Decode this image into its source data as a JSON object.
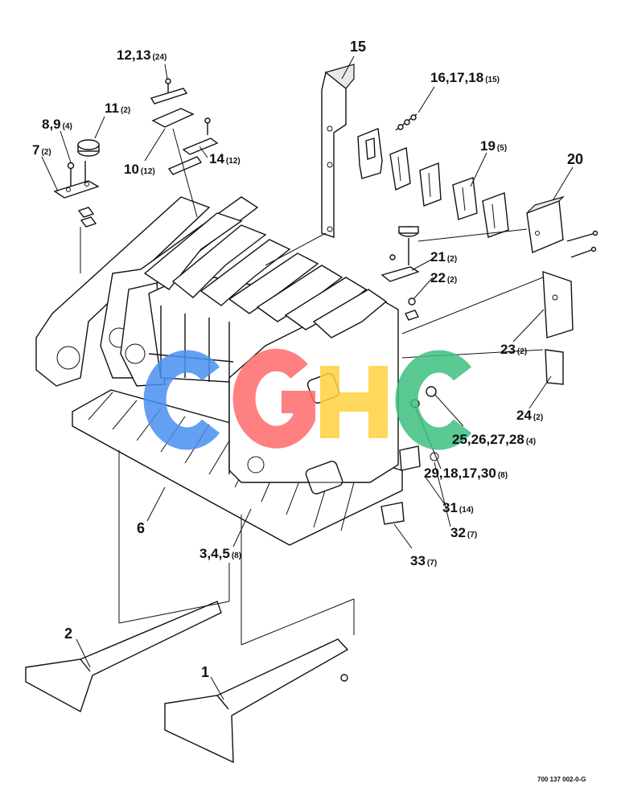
{
  "figure_code": "700 137 002-0-G",
  "watermark": {
    "text": "CGHC",
    "colors": [
      "#4a90f0",
      "#ff6b6b",
      "#ffd23f",
      "#3dbf7f"
    ]
  },
  "callouts": [
    {
      "id": "c12",
      "label": "12,13",
      "qty": "(24)"
    },
    {
      "id": "c15",
      "label": "15",
      "qty": ""
    },
    {
      "id": "c16",
      "label": "16,17,18",
      "qty": "(15)"
    },
    {
      "id": "c11",
      "label": "11",
      "qty": "(2)"
    },
    {
      "id": "c8",
      "label": "8,9",
      "qty": "(4)"
    },
    {
      "id": "c7",
      "label": "7",
      "qty": "(2)"
    },
    {
      "id": "c10",
      "label": "10",
      "qty": "(12)"
    },
    {
      "id": "c14",
      "label": "14",
      "qty": "(12)"
    },
    {
      "id": "c19",
      "label": "19",
      "qty": "(5)"
    },
    {
      "id": "c20",
      "label": "20",
      "qty": ""
    },
    {
      "id": "c21",
      "label": "21",
      "qty": "(2)"
    },
    {
      "id": "c22",
      "label": "22",
      "qty": "(2)"
    },
    {
      "id": "c23",
      "label": "23",
      "qty": "(2)"
    },
    {
      "id": "c24",
      "label": "24",
      "qty": "(2)"
    },
    {
      "id": "c25",
      "label": "25,26,27,28",
      "qty": "(4)"
    },
    {
      "id": "c29",
      "label": "29,18,17,30",
      "qty": "(8)"
    },
    {
      "id": "c31",
      "label": "31",
      "qty": "(14)"
    },
    {
      "id": "c32",
      "label": "32",
      "qty": "(7)"
    },
    {
      "id": "c33",
      "label": "33",
      "qty": "(7)"
    },
    {
      "id": "c6",
      "label": "6",
      "qty": ""
    },
    {
      "id": "c3",
      "label": "3,4,5",
      "qty": "(8)"
    },
    {
      "id": "c2",
      "label": "2",
      "qty": ""
    },
    {
      "id": "c1",
      "label": "1",
      "qty": ""
    }
  ]
}
